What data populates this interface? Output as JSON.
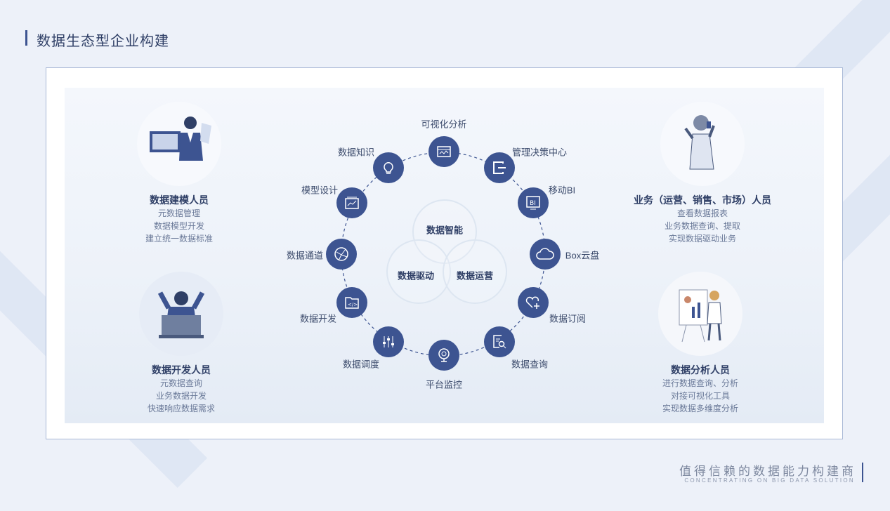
{
  "title": "数据生态型企业构建",
  "venn": [
    "数据智能",
    "数据驱动",
    "数据运营"
  ],
  "nodes": [
    {
      "label": "可视化分析",
      "icon": "chart-window-icon"
    },
    {
      "label": "管理决策中心",
      "icon": "exit-icon"
    },
    {
      "label": "移动BI",
      "icon": "bi-monitor-icon"
    },
    {
      "label": "Box云盘",
      "icon": "cloud-icon"
    },
    {
      "label": "数据订阅",
      "icon": "heart-plus-icon"
    },
    {
      "label": "数据查询",
      "icon": "document-search-icon"
    },
    {
      "label": "平台监控",
      "icon": "webcam-icon"
    },
    {
      "label": "数据调度",
      "icon": "sliders-icon"
    },
    {
      "label": "数据开发",
      "icon": "code-folder-icon"
    },
    {
      "label": "数据通道",
      "icon": "network-globe-icon"
    },
    {
      "label": "模型设计",
      "icon": "trend-chart-icon"
    },
    {
      "label": "数据知识",
      "icon": "lightbulb-icon"
    }
  ],
  "roles": [
    {
      "title": "数据建模人员",
      "lines": [
        "元数据管理",
        "数据模型开发",
        "建立统一数据标准"
      ]
    },
    {
      "title": "数据开发人员",
      "lines": [
        "元数据查询",
        "业务数据开发",
        "快速响应数据需求"
      ]
    },
    {
      "title": "业务（运营、销售、市场）人员",
      "lines": [
        "查看数据报表",
        "业务数据查询、提取",
        "实现数据驱动业务"
      ]
    },
    {
      "title": "数据分析人员",
      "lines": [
        "进行数据查询、分析",
        "对接可视化工具",
        "实现数据多维度分析"
      ]
    }
  ],
  "footer": {
    "cn": "值得信赖的数据能力构建商",
    "en": "CONCENTRATING ON BIG DATA SOLUTION"
  }
}
